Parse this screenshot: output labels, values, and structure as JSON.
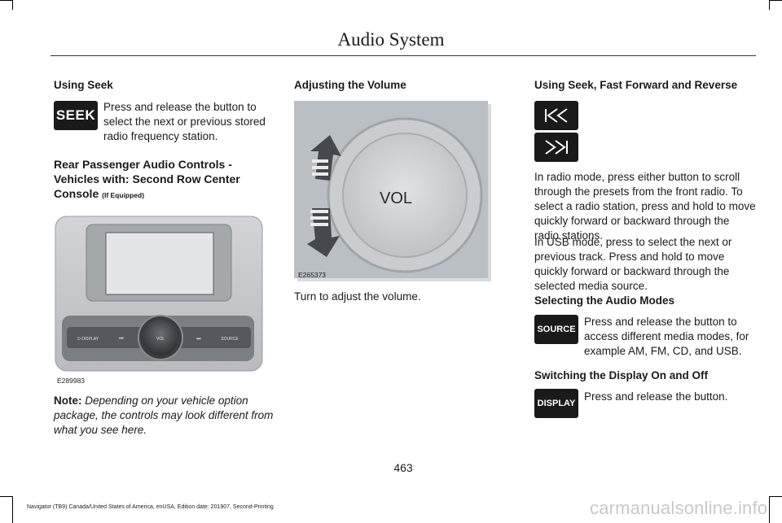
{
  "header": {
    "title": "Audio System"
  },
  "col1": {
    "seek_heading": "Using Seek",
    "seek_badge": "SEEK",
    "seek_text": "Press and release the button to select the next or previous stored radio frequency station.",
    "rear_heading_line1": "Rear Passenger Audio Controls -",
    "rear_heading_line2": "Vehicles with: Second Row Center",
    "rear_heading_line3": "Console",
    "rear_heading_suffix": "(If Equipped)",
    "figure_id": "E289983",
    "console_buttons": {
      "display": "DISPLAY",
      "vol": "VOL",
      "source": "SOURCE"
    },
    "note_label": "Note:",
    "note_text": "Depending on your vehicle option package, the controls may look different from what you see here."
  },
  "col2": {
    "heading": "Adjusting the Volume",
    "knob_label": "VOL",
    "figure_id": "E265373",
    "text": "Turn to adjust the volume."
  },
  "col3": {
    "heading": "Using Seek, Fast Forward and Reverse",
    "para1": "In radio mode, press either button to scroll through the presets from the front radio. To select a radio station, press and hold to move quickly forward or backward through the radio stations.",
    "para2": "In USB mode, press to select the next or previous track. Press and hold to move quickly forward or backward through the selected media source.",
    "modes_heading": "Selecting the Audio Modes",
    "source_badge": "SOURCE",
    "modes_text": "Press and release the button to access different media modes, for example AM, FM, CD, and USB.",
    "display_heading": "Switching the Display On and Off",
    "display_badge": "DISPLAY",
    "display_text": "Press and release the button."
  },
  "footer": {
    "page_number": "463",
    "edition": "Navigator (TB9) Canada/United States of America, enUSA, Edition date: 201907, Second-Printing",
    "watermark": "carmanualsonline.info"
  }
}
